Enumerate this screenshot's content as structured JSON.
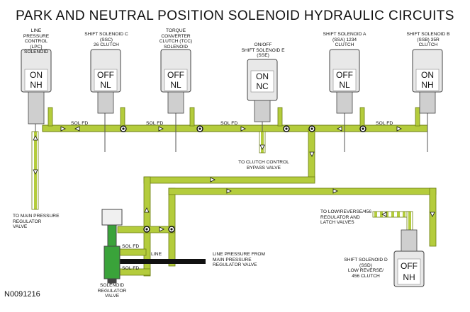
{
  "title": "PARK AND NEUTRAL POSITION SOLENOID HYDRAULIC CIRCUITS",
  "figure_id": "N0091216",
  "solenoids": [
    {
      "label": "LINE\nPRESSURE\nCONTROL\n(LPC)\nSOLENOID",
      "state1": "ON",
      "state2": "NH"
    },
    {
      "label": "SHIFT SOLENOID C\n(SSC)\n26 CLUTCH",
      "state1": "OFF",
      "state2": "NL"
    },
    {
      "label": "TORQUE\nCONVERTER\nCLUTCH (TCC)\nSOLENOID",
      "state1": "OFF",
      "state2": "NL"
    },
    {
      "label": "ON/OFF\nSHIFT SOLENOID E\n(SSE)",
      "state1": "ON",
      "state2": "NC"
    },
    {
      "label": "SHIFT SOLENOID A\n(SSA) 1234\nCLUTCH",
      "state1": "OFF",
      "state2": "NL"
    },
    {
      "label": "SHIFT SOLENOID B\n(SSB) 35R\nCLUTCH",
      "state1": "ON",
      "state2": "NH"
    },
    {
      "label": "SHIFT SOLENOID D\n(SSD)\nLOW REVERSE/\n456 CLUTCH",
      "state1": "OFF",
      "state2": "NH"
    }
  ],
  "circuit_labels": {
    "sol_fd": "SOL FD",
    "line": "LINE"
  },
  "annotations": {
    "clutch_control": "TO CLUTCH CONTROL\nBYPASS VALVE",
    "main_pressure": "TO MAIN PRESSURE\nREGULATOR\nVALVE",
    "low_reverse": "TO LOW/REVERSE/456\nREGULATOR AND\nLATCH VALVES",
    "line_pressure": "LINE PRESSURE FROM\nMAIN PRESSURE\nREGULATOR VALVE",
    "solenoid_regulator": "SOLENOID\nREGULATOR\nVALVE"
  },
  "colors": {
    "fluid": "#b4cc3c",
    "fluid_dark": "#7a8f1f",
    "spool": "#3aa33a",
    "line": "#000000"
  }
}
